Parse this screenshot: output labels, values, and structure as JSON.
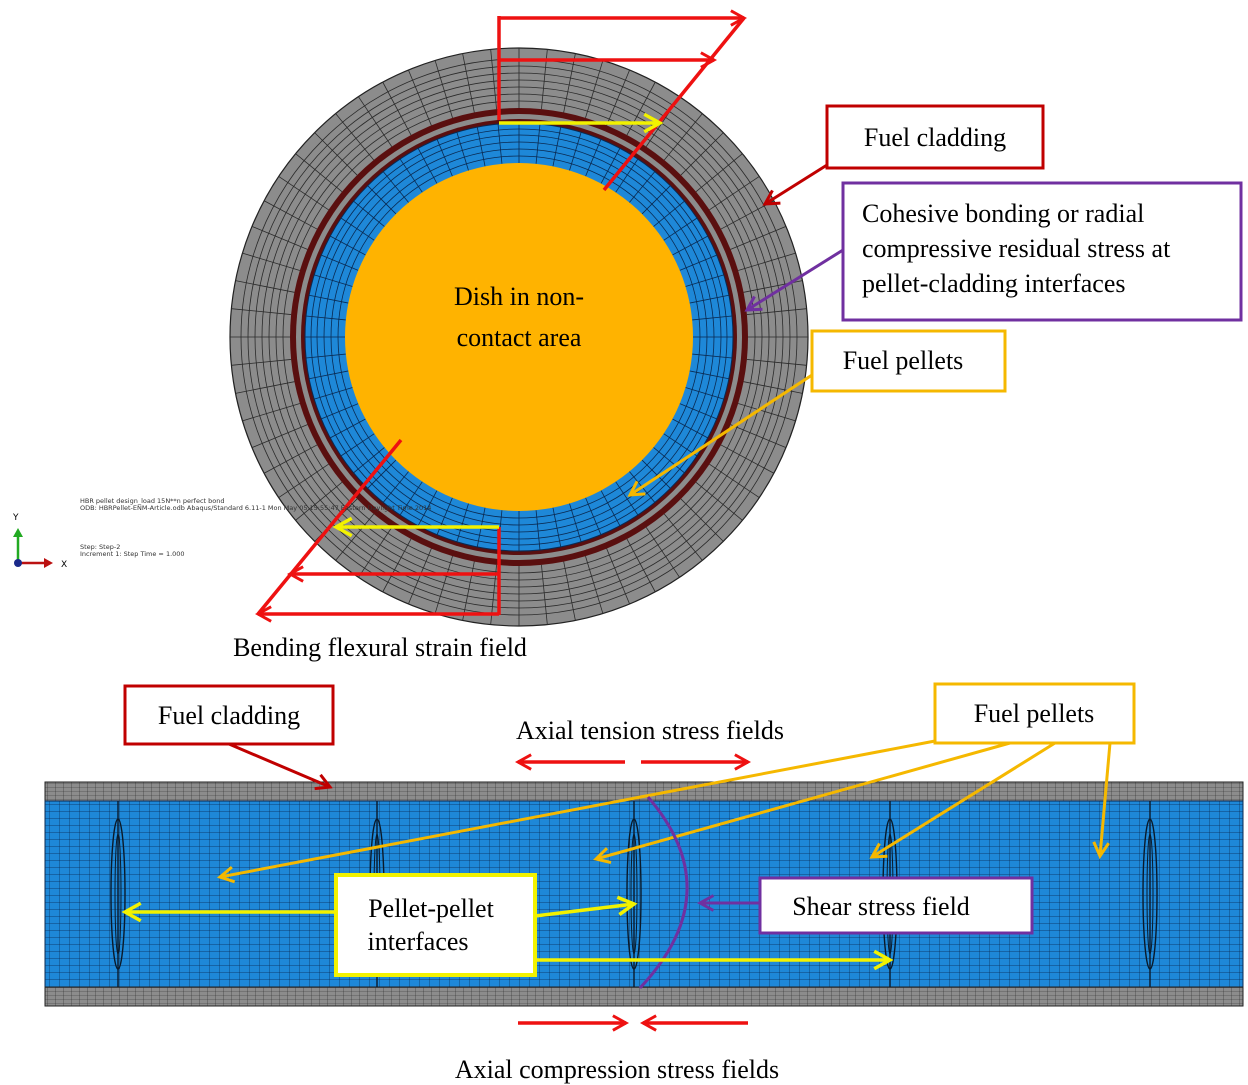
{
  "labels": {
    "fuel_cladding_top": "Fuel cladding",
    "cohesive_line1": "Cohesive bonding or radial",
    "cohesive_line2": "compressive residual stress at",
    "cohesive_line3": "pellet-cladding interfaces",
    "fuel_pellets_top": "Fuel pellets",
    "dish_line1": "Dish in non-",
    "dish_line2": "contact area",
    "bending": "Bending flexural strain field",
    "fuel_cladding_bottom": "Fuel cladding",
    "axial_tension": "Axial tension stress fields",
    "fuel_pellets_bottom": "Fuel pellets",
    "pellet_interfaces_line1": "Pellet-pellet",
    "pellet_interfaces_line2": "interfaces",
    "shear": "Shear stress field",
    "axial_compression": "Axial compression stress fields"
  },
  "viewport_info": {
    "line1": "HBR pellet design_load 15N**n  perfect bond",
    "line2": "ODB: HBRPellet-ENM-Article.odb    Abaqus/Standard 6.11-1    Mon May 05 15:55:47 Eastern Daylight Time 2014",
    "line3": "Step: Step-2",
    "line4": "Increment     1: Step Time =    1.000"
  },
  "axes": {
    "y": "Y",
    "x": "X"
  },
  "colors": {
    "cladding": "#8c8c8c",
    "pellet": "#1e88d8",
    "dish": "#ffb300",
    "interface": "#5a0f0f",
    "red": "#ee1111",
    "yellow": "#f2f200",
    "orange": "#f5b800",
    "purple": "#7030a0",
    "dark_red": "#c00000"
  }
}
